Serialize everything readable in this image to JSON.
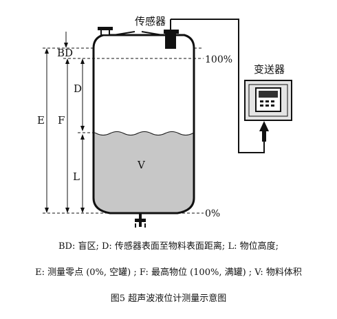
{
  "diagram": {
    "sensor_label": "传感器",
    "transmitter_label": "变送器",
    "level_100": "100%",
    "level_0": "0%",
    "dim_bd": "BD",
    "dim_d": "D",
    "dim_e": "E",
    "dim_f": "F",
    "dim_l": "L",
    "volume_label": "V"
  },
  "legend": {
    "line1": "BD: 盲区; D: 传感器表面至物料表面距离; L: 物位高度;",
    "line2": "E: 测量零点 (0%, 空罐) ; F: 最高物位 (100%, 满罐) ; V: 物料体积"
  },
  "caption": "图5  超声波液位计测量示意图",
  "colors": {
    "liquid": "#c7c7c7",
    "line": "#111111",
    "transmitter_body": "#e4e4e4"
  }
}
